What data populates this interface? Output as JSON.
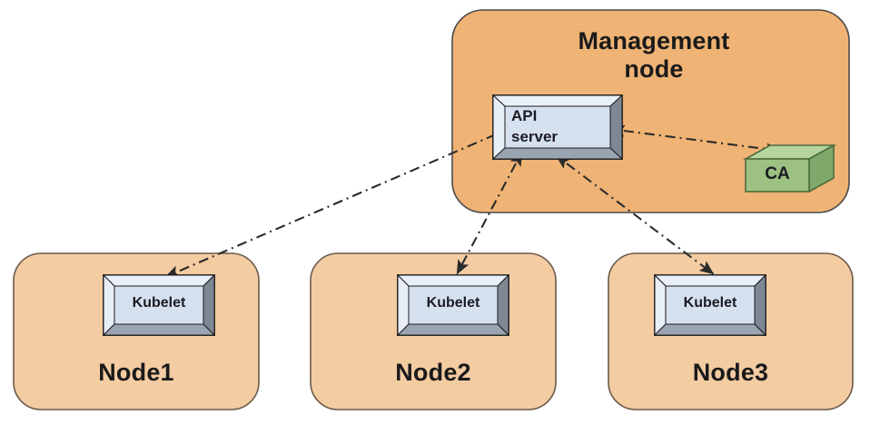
{
  "diagram": {
    "type": "architecture-diagram",
    "background": "#ffffff",
    "palette": {
      "management_node_fill": "#efb375",
      "management_node_stroke": "#4a4a4a",
      "worker_node_fill": "#f4cca2",
      "worker_node_stroke": "#6a5a4a",
      "bevel_box_fill": "#d6e1f0",
      "bevel_box_light": "#e8eef8",
      "bevel_box_dark": "#8f98a6",
      "bevel_box_stroke": "#1a1a1a",
      "ca_box_fill": "#9cc183",
      "ca_box_top": "#b6d49c",
      "ca_box_side": "#7fa86a",
      "ca_box_stroke": "#4f6b3d",
      "connector_color": "#2b2b2b",
      "text_color": "#1a1a1a"
    },
    "management_node": {
      "label": "Management node",
      "label_lines": [
        "Management",
        "node"
      ],
      "api_server": {
        "label": "API server",
        "label_lines": [
          "API",
          "server"
        ]
      },
      "ca": {
        "label": "CA"
      }
    },
    "worker_nodes": [
      {
        "label": "Node1",
        "component_label": "Kubelet"
      },
      {
        "label": "Node2",
        "component_label": "Kubelet"
      },
      {
        "label": "Node3",
        "component_label": "Kubelet"
      }
    ],
    "connectors": [
      {
        "name": "api-server-to-node1-kubelet",
        "from": "API server",
        "to": "Node1 Kubelet",
        "style": "dash-dot",
        "arrows": "both"
      },
      {
        "name": "api-server-to-node2-kubelet",
        "from": "API server",
        "to": "Node2 Kubelet",
        "style": "dash-dot",
        "arrows": "both"
      },
      {
        "name": "api-server-to-node3-kubelet",
        "from": "API server",
        "to": "Node3 Kubelet",
        "style": "dash-dot",
        "arrows": "both"
      },
      {
        "name": "api-server-to-ca",
        "from": "API server",
        "to": "CA",
        "style": "dash-dot",
        "arrows": "both"
      }
    ]
  }
}
